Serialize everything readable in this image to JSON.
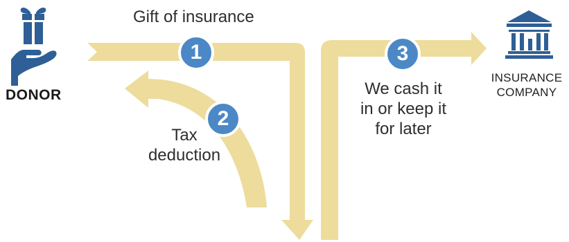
{
  "donor": {
    "label": "DONOR",
    "icon": "gift-in-hand-icon"
  },
  "company": {
    "label_line1": "INSURANCE",
    "label_line2": "COMPANY",
    "icon": "bank-building-icon"
  },
  "steps": [
    {
      "number": "1",
      "label": "Gift of insurance"
    },
    {
      "number": "2",
      "label_line1": "Tax",
      "label_line2": "deduction"
    },
    {
      "number": "3",
      "label_line1": "We cash it",
      "label_line2": "in or keep it",
      "label_line3": "for later"
    }
  ],
  "colors": {
    "arrow": "#eddc9c",
    "badge": "#4c88c5",
    "icon": "#2e5f96",
    "text": "#2e2e2e"
  }
}
